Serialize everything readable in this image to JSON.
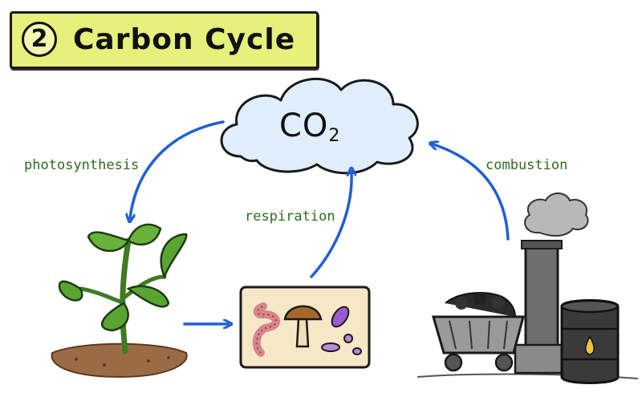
{
  "title": {
    "number": "2",
    "text": "Carbon Cycle"
  },
  "cloud": {
    "formula": "CO",
    "subscript": "2"
  },
  "processes": {
    "photosynthesis": "photosynthesis",
    "respiration": "respiration",
    "combustion": "combustion"
  },
  "colors": {
    "arrow": "#1f5fd6",
    "label": "#2e6b1e",
    "banner": "#e6f07a",
    "cloud": "#dfeefa"
  }
}
